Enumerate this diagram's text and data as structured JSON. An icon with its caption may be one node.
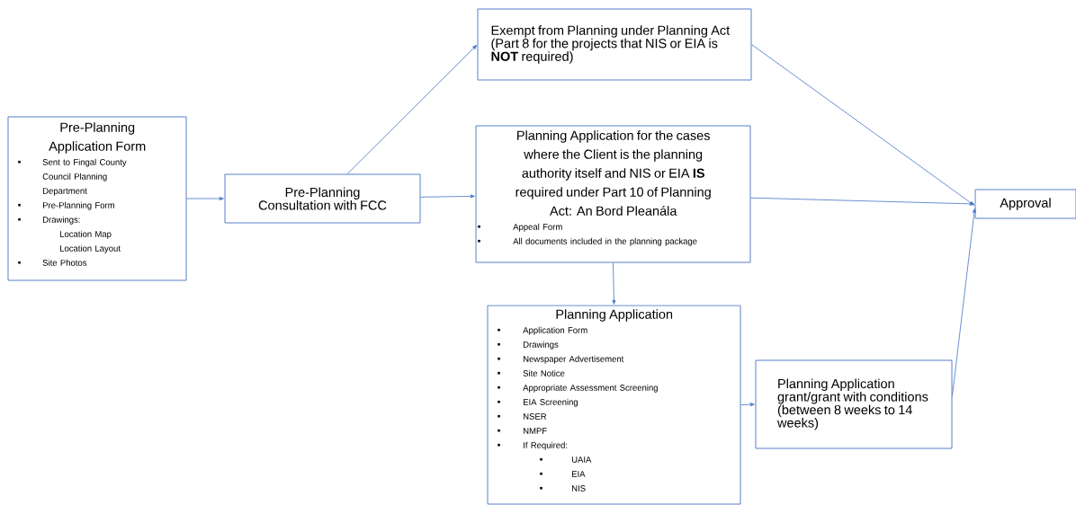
{
  "diagram": {
    "nodes": [
      {
        "text": [
          "Pre-Planning Application Form",
          "Sent to Fingal County Council Planning Department",
          "Pre-Planning Form",
          "Drawings:",
          "Location Map",
          "Location Layout",
          "Site Photos"
        ]
      },
      {
        "text": [
          "Pre-Planning Consultation with FCC"
        ]
      },
      {
        "text": [
          "Exempt from Planning under Planning Act (Part 8 for the projects that NIS or EIA is **NOT** required)"
        ]
      },
      {
        "text": [
          "Planning Application for the cases where the Client is the planning authority itself and NIS or EIA **IS** required under Part 10 of Planning Act: An Bord Pleanála",
          "Appeal Form",
          "All documents included in the planning package"
        ]
      },
      {
        "text": [
          "Planning Application",
          "Application Form",
          "Drawings",
          "Newspaper Advertisement",
          "Site Notice",
          "Appropriate Assessment Screening",
          "EIA Screening",
          "NSER",
          "NMPF",
          "If Required:",
          "UAIA",
          "EIA",
          "NIS"
        ]
      },
      {
        "text": [
          "Planning Application grant/grant with conditions (between 8 weeks to 14 weeks)"
        ]
      },
      {
        "text": [
          "Approval"
        ]
      }
    ],
    "edges": [
      {
        "from": 0,
        "to": 1,
        "arrow": "to"
      },
      {
        "from": 1,
        "to": 2,
        "arrow": "to"
      },
      {
        "from": 1,
        "to": 3,
        "arrow": "to"
      },
      {
        "from": 2,
        "to": 6,
        "arrow": "to"
      },
      {
        "from": 3,
        "to": 6,
        "arrow": "to"
      },
      {
        "from": 3,
        "to": 4,
        "arrow": "to"
      },
      {
        "from": 4,
        "to": 5,
        "arrow": "to"
      },
      {
        "from": 5,
        "to": 6,
        "arrow": "to"
      }
    ]
  }
}
